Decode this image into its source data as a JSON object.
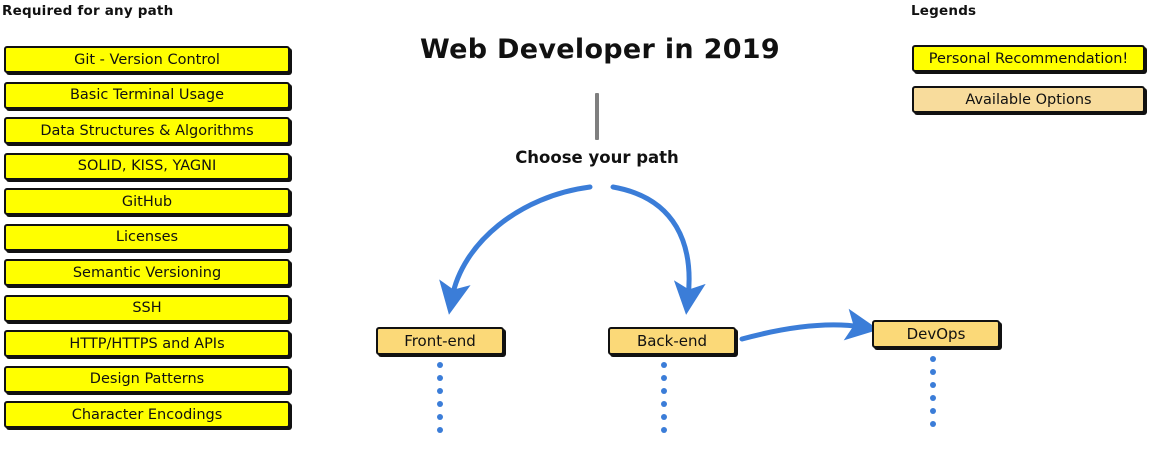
{
  "colors": {
    "recommendation_yellow": "#ffff00",
    "option_tan": "#fbd978",
    "legend_option_tan": "#f8dc9c",
    "arrow_blue": "#3b7dd8",
    "stem_gray": "#7f7f7f",
    "outline_black": "#111111",
    "background": "#ffffff"
  },
  "title": "Web Developer in 2019",
  "required": {
    "heading": "Required for any path",
    "items": [
      "Git - Version Control",
      "Basic Terminal Usage",
      "Data Structures & Algorithms",
      "SOLID, KISS, YAGNI",
      "GitHub",
      "Licenses",
      "Semantic Versioning",
      "SSH",
      "HTTP/HTTPS and APIs",
      "Design Patterns",
      "Character Encodings"
    ]
  },
  "legends": {
    "heading": "Legends",
    "items": [
      {
        "label": "Personal Recommendation!",
        "style": "yellow"
      },
      {
        "label": "Available Options",
        "style": "lighttan"
      }
    ]
  },
  "flow": {
    "choose_label": "Choose your path",
    "paths": [
      {
        "label": "Front-end",
        "dots": 6
      },
      {
        "label": "Back-end",
        "dots": 6
      },
      {
        "label": "DevOps",
        "dots": 6
      }
    ]
  }
}
